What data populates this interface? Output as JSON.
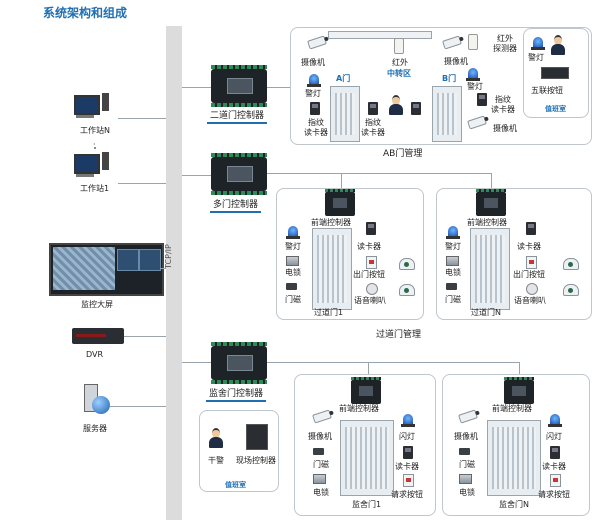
{
  "title": "系统架构和组成",
  "bus_label": "TCP/IP",
  "left": {
    "workstation_n": "工作站N",
    "workstation_1": "工作站1",
    "ellipsis": "·",
    "video_wall": "监控大屏",
    "dvr": "DVR",
    "server": "服务器"
  },
  "ab": {
    "controller": "二道门控制器",
    "group_label": "AB门管理",
    "camera_left": "摄像机",
    "alarm_light_left": "警灯",
    "fingerprint_left": "指纹\n读卡器",
    "door_a": "A门",
    "ir_center": "红外",
    "transfer_zone": "中转区",
    "fingerprint_center": "指纹\n读卡器",
    "door_b": "B门",
    "camera_right_top": "摄像机",
    "alarm_light_right": "警灯",
    "fingerprint_right": "指纹\n读卡器",
    "camera_right_bottom": "摄像机",
    "ir_detector": "红外\n探测器",
    "duty_alarm_light": "警灯",
    "five_link_button": "五联按钮",
    "duty_room": "值班室"
  },
  "multi": {
    "controller": "多门控制器",
    "group_label": "过道门管理",
    "doors": [
      {
        "front_controller": "前端控制器",
        "alarm_light": "警灯",
        "card_reader": "读卡器",
        "electric_lock": "电锁",
        "exit_button": "出门按钮",
        "door_magnet": "门磁",
        "voice_horn": "语音喇叭",
        "door_name": "过道门1"
      },
      {
        "front_controller": "前端控制器",
        "alarm_light": "警灯",
        "card_reader": "读卡器",
        "electric_lock": "电锁",
        "exit_button": "出门按钮",
        "door_magnet": "门磁",
        "voice_horn": "语音喇叭",
        "door_name": "过道门N"
      }
    ]
  },
  "cell": {
    "controller": "监舍门控制器",
    "officer": "干警",
    "site_controller": "现场控制器",
    "duty_room": "值班室",
    "doors": [
      {
        "front_controller": "前端控制器",
        "camera": "摄像机",
        "flash": "闪灯",
        "door_magnet": "门磁",
        "card_reader": "读卡器",
        "electric_lock": "电锁",
        "request_button": "请求按钮",
        "door_name": "监舍门1"
      },
      {
        "front_controller": "前端控制器",
        "camera": "摄像机",
        "flash": "闪灯",
        "door_magnet": "门磁",
        "card_reader": "读卡器",
        "electric_lock": "电锁",
        "request_button": "请求按钮",
        "door_name": "监舍门N"
      }
    ]
  },
  "colors": {
    "accent": "#1f6fb2",
    "bus": "#dcdcdc"
  }
}
